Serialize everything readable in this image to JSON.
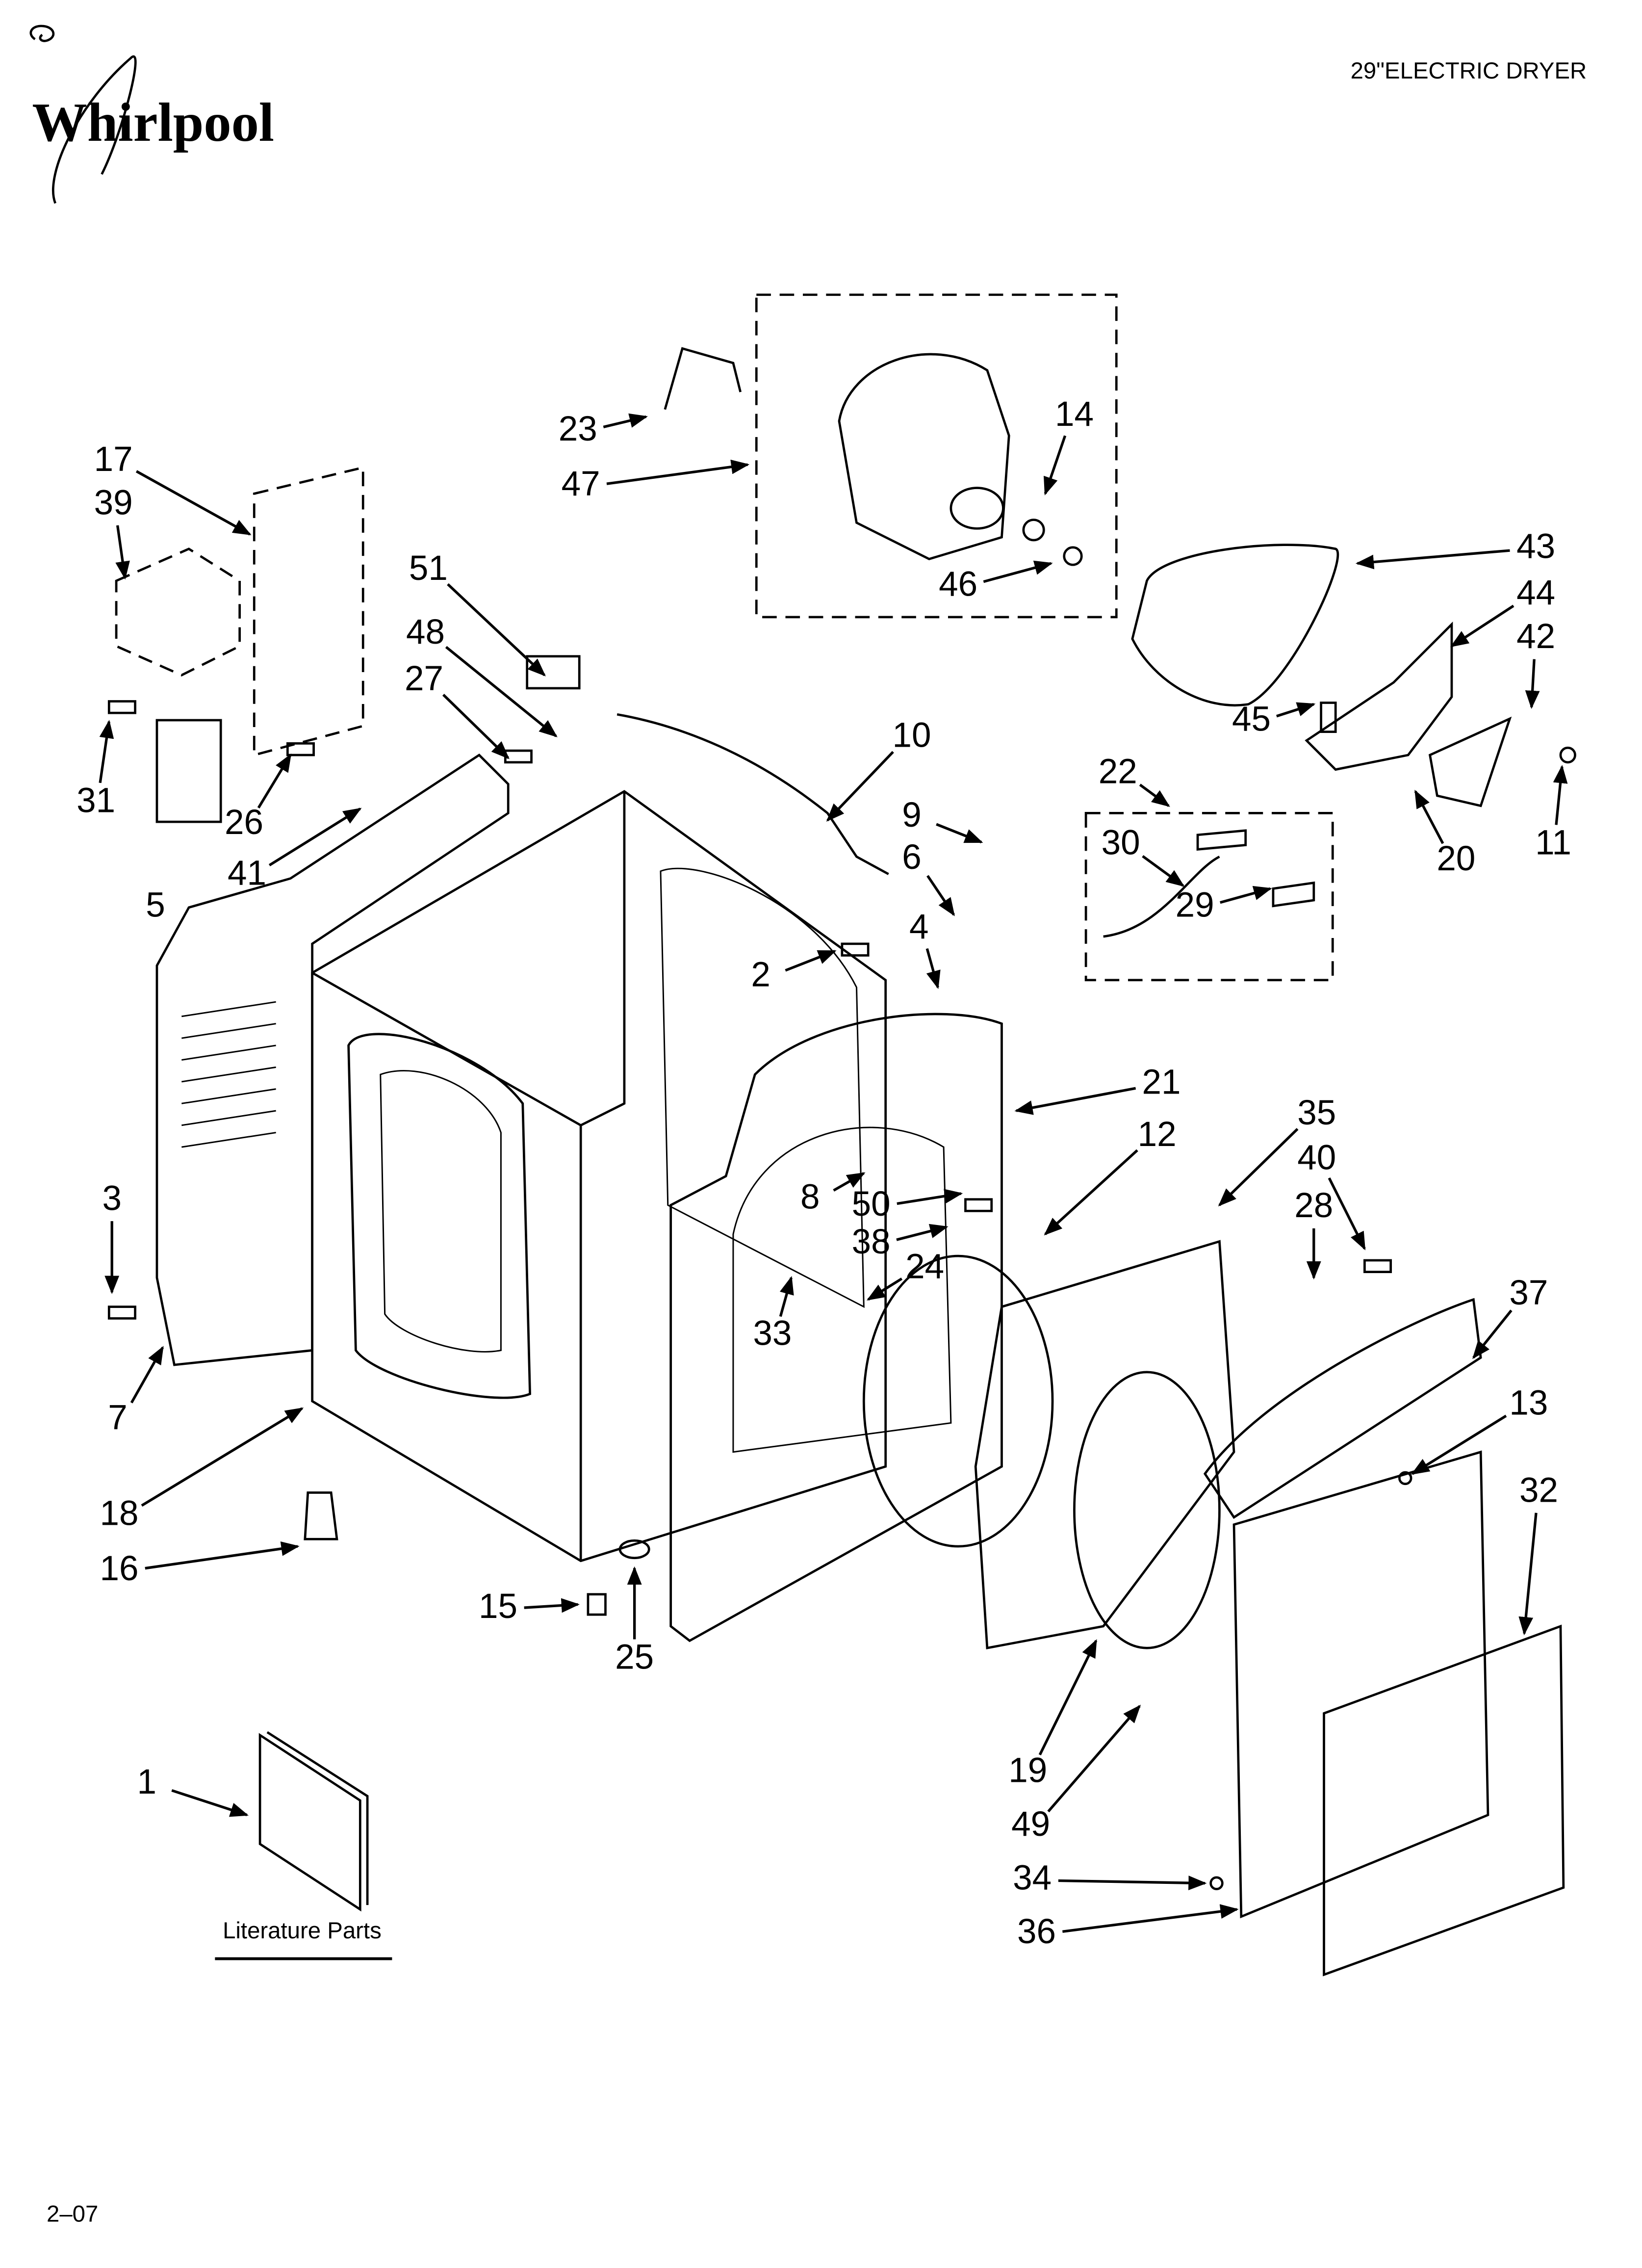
{
  "brand": "Whirlpool",
  "header": {
    "title": "29\"ELECTRIC DRYER"
  },
  "footer": {
    "page_code": "2–07"
  },
  "literature": {
    "label": "Literature Parts"
  },
  "callouts": [
    "23",
    "47",
    "14",
    "46",
    "43",
    "44",
    "42",
    "45",
    "11",
    "20",
    "22",
    "30",
    "29",
    "17",
    "39",
    "51",
    "48",
    "27",
    "31",
    "26",
    "41",
    "5",
    "10",
    "9",
    "6",
    "4",
    "2",
    "21",
    "35",
    "12",
    "40",
    "28",
    "8",
    "50",
    "38",
    "24",
    "33",
    "3",
    "37",
    "13",
    "7",
    "18",
    "32",
    "16",
    "15",
    "25",
    "1",
    "19",
    "49",
    "34",
    "36"
  ]
}
